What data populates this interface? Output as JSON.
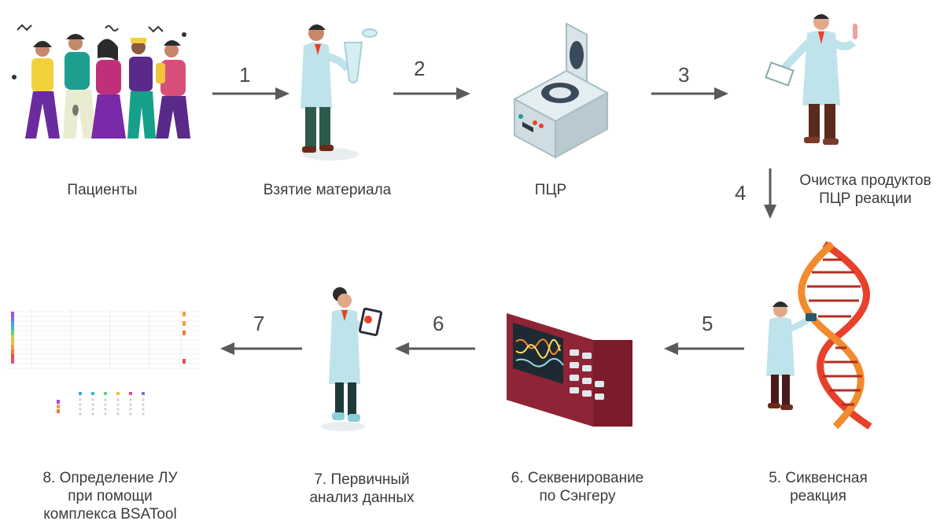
{
  "stages": [
    {
      "id": "patients",
      "label": "Пациенты"
    },
    {
      "id": "sampling",
      "label": "Взятие материала"
    },
    {
      "id": "pcr",
      "label": "ПЦР"
    },
    {
      "id": "purification",
      "label_line1": "Очистка продуктов",
      "label_line2": "ПЦР реакции"
    },
    {
      "id": "seq-reaction",
      "label_line1": "5. Сиквенсная",
      "label_line2": "реакция"
    },
    {
      "id": "sanger",
      "label_line1": "6. Секвенирование",
      "label_line2": "по Сэнгеру"
    },
    {
      "id": "analysis",
      "label_line1": "7. Первичный",
      "label_line2": "анализ данных"
    },
    {
      "id": "bsatool",
      "label_line1": "8. Определение ЛУ",
      "label_line2": "при помощи",
      "label_line3": "комплекса BSATool"
    }
  ],
  "arrows": [
    "1",
    "2",
    "3",
    "4",
    "5",
    "6",
    "7"
  ],
  "colors": {
    "arrow": "#5a5a5a",
    "coat": "#bfe3ea",
    "dna_red": "#e8402a",
    "dna_orange": "#f28a2e",
    "sequencer_body": "#7a1c2a",
    "screen": "#1d2a33"
  }
}
